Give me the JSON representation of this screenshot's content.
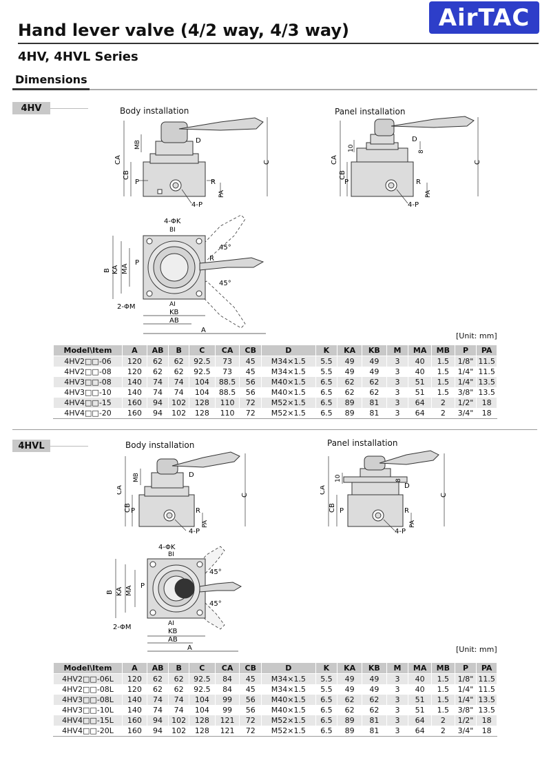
{
  "brand": "AirTAC",
  "title": "Hand lever valve (4/2 way, 4/3 way)",
  "series": "4HV, 4HVL Series",
  "section": "Dimensions",
  "unit_label": "[Unit: mm]",
  "labels": {
    "p": "P",
    "r": "R",
    "pa": "PA",
    "mb": "MB",
    "d": "D",
    "ca": "CA",
    "cb": "CB",
    "c": "C",
    "ten": "10",
    "eight": "8",
    "four_p": "4-P",
    "four_k": "4-ΦK",
    "bi": "BI",
    "b": "B",
    "ka": "KA",
    "ma": "MA",
    "deg45": "45°",
    "two_m": "2-ΦM",
    "ai": "AI",
    "kb": "KB",
    "ab": "AB",
    "a": "A"
  },
  "hv": {
    "tag": "4HV",
    "body_caption": "Body installation",
    "panel_caption": "Panel installation",
    "table": {
      "headers": [
        "Model\\Item",
        "A",
        "AB",
        "B",
        "C",
        "CA",
        "CB",
        "D",
        "K",
        "KA",
        "KB",
        "M",
        "MA",
        "MB",
        "P",
        "PA"
      ],
      "rows": [
        [
          "4HV2□□-06",
          "120",
          "62",
          "62",
          "92.5",
          "73",
          "45",
          "M34×1.5",
          "5.5",
          "49",
          "49",
          "3",
          "40",
          "1.5",
          "1/8\"",
          "11.5"
        ],
        [
          "4HV2□□-08",
          "120",
          "62",
          "62",
          "92.5",
          "73",
          "45",
          "M34×1.5",
          "5.5",
          "49",
          "49",
          "3",
          "40",
          "1.5",
          "1/4\"",
          "11.5"
        ],
        [
          "4HV3□□-08",
          "140",
          "74",
          "74",
          "104",
          "88.5",
          "56",
          "M40×1.5",
          "6.5",
          "62",
          "62",
          "3",
          "51",
          "1.5",
          "1/4\"",
          "13.5"
        ],
        [
          "4HV3□□-10",
          "140",
          "74",
          "74",
          "104",
          "88.5",
          "56",
          "M40×1.5",
          "6.5",
          "62",
          "62",
          "3",
          "51",
          "1.5",
          "3/8\"",
          "13.5"
        ],
        [
          "4HV4□□-15",
          "160",
          "94",
          "102",
          "128",
          "110",
          "72",
          "M52×1.5",
          "6.5",
          "89",
          "81",
          "3",
          "64",
          "2",
          "1/2\"",
          "18"
        ],
        [
          "4HV4□□-20",
          "160",
          "94",
          "102",
          "128",
          "110",
          "72",
          "M52×1.5",
          "6.5",
          "89",
          "81",
          "3",
          "64",
          "2",
          "3/4\"",
          "18"
        ]
      ]
    }
  },
  "hvl": {
    "tag": "4HVL",
    "body_caption": "Body installation",
    "panel_caption": "Panel installation",
    "table": {
      "headers": [
        "Model\\Item",
        "A",
        "AB",
        "B",
        "C",
        "CA",
        "CB",
        "D",
        "K",
        "KA",
        "KB",
        "M",
        "MA",
        "MB",
        "P",
        "PA"
      ],
      "rows": [
        [
          "4HV2□□-06L",
          "120",
          "62",
          "62",
          "92.5",
          "84",
          "45",
          "M34×1.5",
          "5.5",
          "49",
          "49",
          "3",
          "40",
          "1.5",
          "1/8\"",
          "11.5"
        ],
        [
          "4HV2□□-08L",
          "120",
          "62",
          "62",
          "92.5",
          "84",
          "45",
          "M34×1.5",
          "5.5",
          "49",
          "49",
          "3",
          "40",
          "1.5",
          "1/4\"",
          "11.5"
        ],
        [
          "4HV3□□-08L",
          "140",
          "74",
          "74",
          "104",
          "99",
          "56",
          "M40×1.5",
          "6.5",
          "62",
          "62",
          "3",
          "51",
          "1.5",
          "1/4\"",
          "13.5"
        ],
        [
          "4HV3□□-10L",
          "140",
          "74",
          "74",
          "104",
          "99",
          "56",
          "M40×1.5",
          "6.5",
          "62",
          "62",
          "3",
          "51",
          "1.5",
          "3/8\"",
          "13.5"
        ],
        [
          "4HV4□□-15L",
          "160",
          "94",
          "102",
          "128",
          "121",
          "72",
          "M52×1.5",
          "6.5",
          "89",
          "81",
          "3",
          "64",
          "2",
          "1/2\"",
          "18"
        ],
        [
          "4HV4□□-20L",
          "160",
          "94",
          "102",
          "128",
          "121",
          "72",
          "M52×1.5",
          "6.5",
          "89",
          "81",
          "3",
          "64",
          "2",
          "3/4\"",
          "18"
        ]
      ]
    }
  }
}
